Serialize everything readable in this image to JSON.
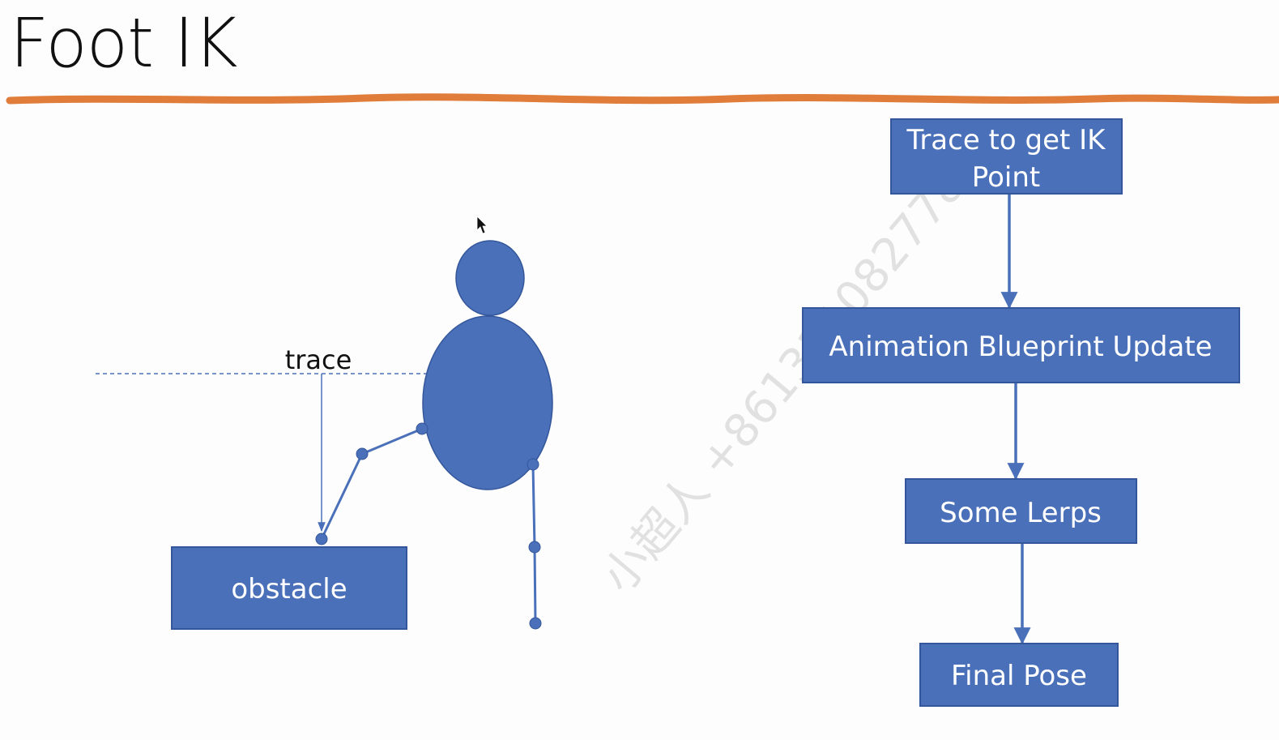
{
  "title": "Foot IK",
  "colors": {
    "shape_fill": "#4a70b9",
    "shape_stroke": "#34569a",
    "underline": "#e07d3a",
    "line": "#4a70b9"
  },
  "diagram": {
    "trace_label": "trace",
    "obstacle_label": "obstacle",
    "flow": [
      {
        "line1": "Trace to get IK",
        "line2": "Point"
      },
      {
        "line1": "Animation Blueprint Update"
      },
      {
        "line1": "Some Lerps"
      },
      {
        "line1": "Final Pose"
      }
    ]
  },
  "watermark": "小超人 +8613110827788",
  "cursor_icon": "mouse-pointer-icon"
}
